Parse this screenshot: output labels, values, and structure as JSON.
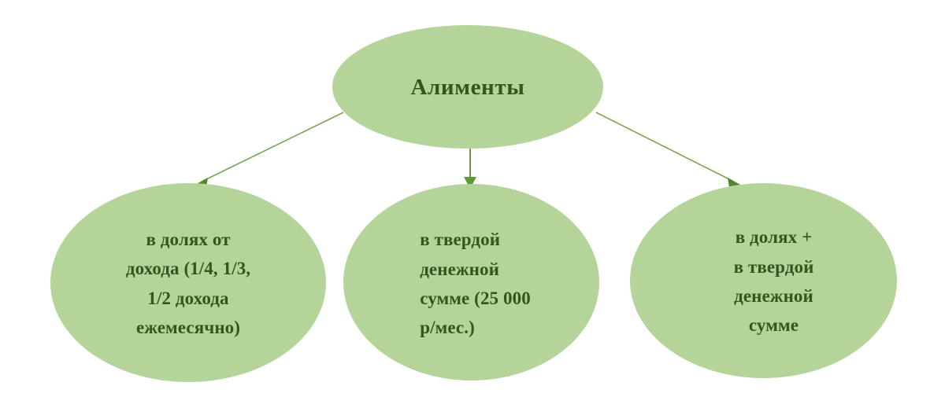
{
  "diagram": {
    "title": "Алименты",
    "colors": {
      "node_fill": "#b5d49a",
      "node_text": "#33551f",
      "connector": "#7aa352",
      "arrowhead": "#4e8a2c",
      "background": "#ffffff"
    },
    "root": {
      "id": "root",
      "label": "Алименты"
    },
    "children": [
      {
        "id": "shares",
        "label": "в долях от\nдохода (1/4, 1/3,\n1/2 дохода\nежемесячно)"
      },
      {
        "id": "fixed-sum",
        "label": "в твердой\nденежной\nсумме (25 000\nр/мес.)"
      },
      {
        "id": "combined",
        "label": "в долях +\nв твердой\nденежной\nсумме"
      }
    ],
    "connectors": [
      {
        "id": "root-to-shares",
        "from": "root",
        "to": "shares",
        "direction": "down-left"
      },
      {
        "id": "root-to-fixed-sum",
        "from": "root",
        "to": "fixed-sum",
        "direction": "down"
      },
      {
        "id": "root-to-combined",
        "from": "root",
        "to": "combined",
        "direction": "down-right"
      }
    ]
  }
}
